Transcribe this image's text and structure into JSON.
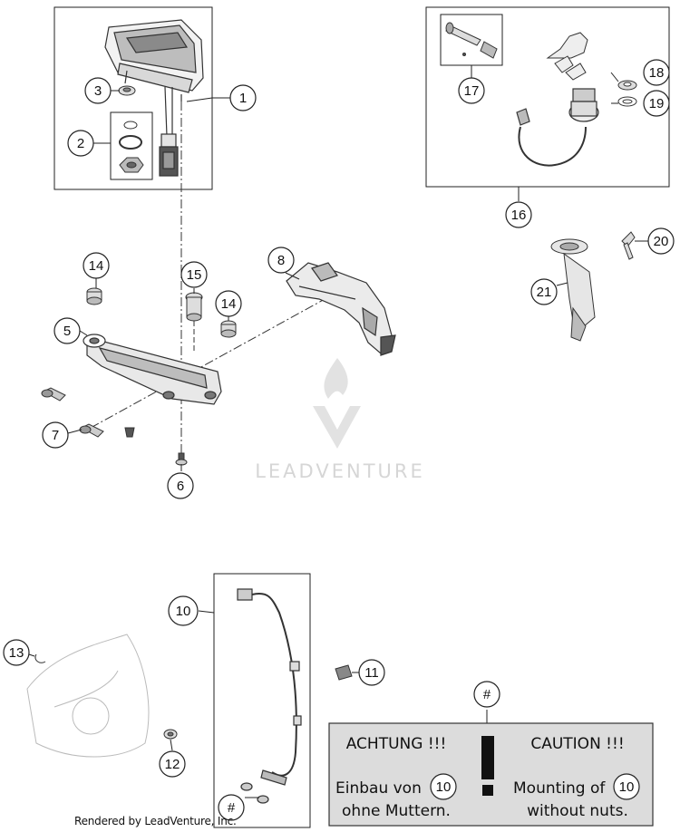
{
  "callouts": {
    "c1": "1",
    "c2": "2",
    "c3": "3",
    "c5": "5",
    "c6": "6",
    "c7": "7",
    "c8": "8",
    "c10": "10",
    "c11": "11",
    "c12": "12",
    "c13": "13",
    "c14a": "14",
    "c14b": "14",
    "c15": "15",
    "c16": "16",
    "c17": "17",
    "c18": "18",
    "c19": "19",
    "c20": "20",
    "c21": "21",
    "hash_top": "#",
    "hash_bottom": "#"
  },
  "caution_box": {
    "title_de": "ACHTUNG !!!",
    "title_en": "CAUTION !!!",
    "line_de_1": "Einbau von",
    "line_de_2": "ohne Muttern.",
    "line_en_1": "Mounting of",
    "line_en_2": "without nuts.",
    "ref_de": "10",
    "ref_en": "10",
    "exclamation": "!"
  },
  "watermark": {
    "text": "LEADVENTURE"
  },
  "footer": {
    "credit": "Rendered by LeadVenture, Inc."
  }
}
